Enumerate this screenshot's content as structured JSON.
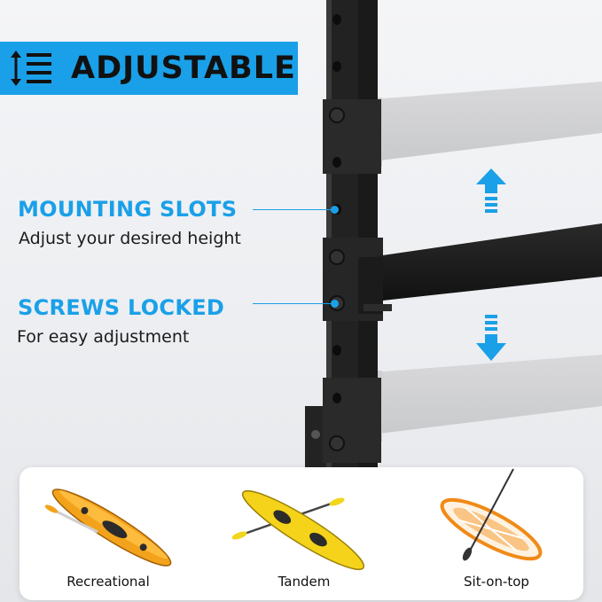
{
  "header": {
    "title": "ADJUSTABLE",
    "icon": "adjust-height-list-icon"
  },
  "callouts": [
    {
      "title": "MOUNTING SLOTS",
      "subtitle": "Adjust your desired height"
    },
    {
      "title": "SCREWS LOCKED",
      "subtitle": "For easy adjustment"
    }
  ],
  "arrows": [
    "up-arrow-icon",
    "down-arrow-icon"
  ],
  "boats": [
    {
      "label": "Recreational",
      "icon": "recreational-kayak-icon"
    },
    {
      "label": "Tandem",
      "icon": "tandem-kayak-icon"
    },
    {
      "label": "Sit-on-top",
      "icon": "paddle-board-icon"
    }
  ],
  "colors": {
    "accent": "#1aa0e8",
    "rack": "#1f1f1f",
    "text": "#111111"
  }
}
